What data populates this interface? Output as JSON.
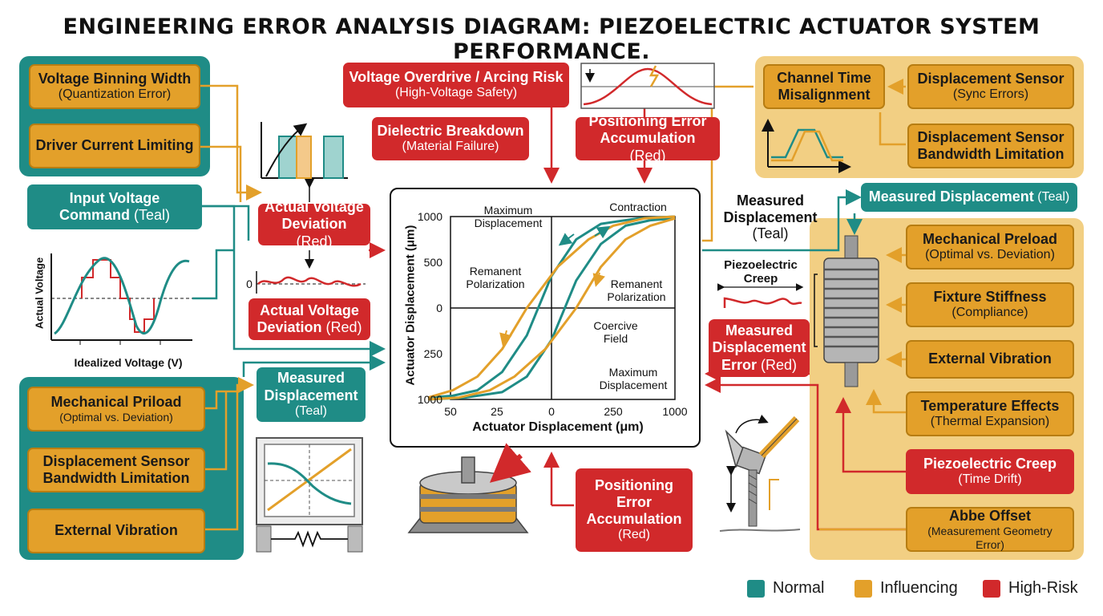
{
  "title": "ENGINEERING ERROR ANALYSIS DIAGRAM: PIEZOELECTRIC ACTUATOR SYSTEM PERFORMANCE.",
  "colors": {
    "teal": "#1f8c86",
    "gold": "#e3a02a",
    "red": "#d1292b",
    "gold_panel": "#f2cf83"
  },
  "left_top": {
    "voltage_binning": {
      "title": "Voltage Binning Width",
      "sub": "(Quantization Error)"
    },
    "driver_current": {
      "title": "Driver Current Limiting"
    }
  },
  "input_voltage": {
    "title": "Input Voltage",
    "line2": "Command",
    "tag": "(Teal)"
  },
  "left_graph": {
    "ylabel": "Actual Voltage",
    "xlabel": "Idealized Voltage (V)"
  },
  "left_bottom": {
    "mech_preload": {
      "title": "Mechanical Priload",
      "sub": "(Optimal vs. Deviation)"
    },
    "sensor_bw": {
      "title": "Displacement Sensor",
      "line2": "Bandwidth Limitation"
    },
    "ext_vib": {
      "title": "External Vibration"
    }
  },
  "center_left": {
    "avd1": {
      "title": "Actual Voltage",
      "line2": "Deviation",
      "tag": "(Red)"
    },
    "avd2": {
      "title": "Actual Voltage",
      "line2": "Deviation",
      "tag": "(Red)"
    },
    "meas_disp": {
      "title": "Measured",
      "line2": "Displacement",
      "tag": "(Teal)"
    },
    "avd_axis_zero": "0"
  },
  "top_center": {
    "overdrive": {
      "title": "Voltage Overdrive / Arcing Risk",
      "sub": "(High-Voltage Safety)"
    },
    "dielectric": {
      "title": "Dielectric Breakdown",
      "sub": "(Material Failure)"
    },
    "pos_err_top": {
      "title": "Positioning Error",
      "line2": "Accumulation",
      "tag": "(Red)"
    }
  },
  "bottom_center": {
    "pos_err_bot": {
      "title": "Positioning",
      "line2": "Error",
      "line3": "Accumulation",
      "tag": "(Red)"
    }
  },
  "chart_data": {
    "type": "line",
    "title": "",
    "xlabel": "Actuator Displacement (μm)",
    "ylabel": "Actuator Displacement (μm)",
    "x_ticks": [
      "50",
      "25",
      "0",
      "250",
      "1000"
    ],
    "y_ticks": [
      "1000",
      "500",
      "0",
      "250",
      "1000"
    ],
    "annotations": {
      "max_disp_top": {
        "line1": "Maximum",
        "line2": "Displacement"
      },
      "contraction": "Contraction",
      "remanent_left": {
        "line1": "Remanent",
        "line2": "Polarization"
      },
      "remanent_right": {
        "line1": "Remanent",
        "line2": "Polarization"
      },
      "coercive": {
        "line1": "Coercive",
        "line2": "Field"
      },
      "max_disp_bot": {
        "line1": "Maximum",
        "line2": "Displacement"
      }
    },
    "series": [
      {
        "color": "#1f8c86",
        "values": [
          -0.98,
          -0.96,
          -0.9,
          -0.7,
          -0.3,
          0.35,
          0.75,
          0.92,
          0.98,
          1.0
        ],
        "x": [
          -1,
          -0.8,
          -0.6,
          -0.4,
          -0.2,
          0.0,
          0.2,
          0.4,
          0.7,
          1.0
        ]
      },
      {
        "color": "#e3a02a",
        "values": [
          -0.98,
          -0.9,
          -0.75,
          -0.45,
          0.0,
          0.45,
          0.75,
          0.9,
          0.98,
          1.0
        ],
        "x": [
          -1,
          -0.8,
          -0.6,
          -0.4,
          -0.2,
          0.05,
          0.3,
          0.5,
          0.75,
          1.0
        ]
      }
    ]
  },
  "right_top": {
    "channel_time": {
      "title": "Channel Time",
      "line2": "Misalignment"
    },
    "disp_sensor": {
      "title": "Displacement Sensor",
      "sub": "(Sync Errors)"
    },
    "sensor_bw": {
      "title": "Displacement Sensor",
      "line2": "Bandwidth Limitation"
    }
  },
  "measured_disp_label": {
    "line1": "Measured",
    "line2": "Displacement",
    "tag": "(Teal)"
  },
  "measured_disp_teal": {
    "title": "Measured Displacement",
    "tag": "(Teal)"
  },
  "creep_label": {
    "line1": "Piezoelectric",
    "line2": "Creep"
  },
  "meas_disp_err": {
    "title": "Measured",
    "line2": "Displacement",
    "line3": "Error",
    "tag": "(Red)"
  },
  "right_bottom": {
    "mech_preload": {
      "title": "Mechanical Preload",
      "sub": "(Optimal vs. Deviation)"
    },
    "fixture": {
      "title": "Fixture Stiffness",
      "sub": "(Compliance)"
    },
    "ext_vib": {
      "title": "External Vibration"
    },
    "temp": {
      "title": "Temperature Effects",
      "sub": "(Thermal Expansion)"
    },
    "creep": {
      "title": "Piezoelectric Creep",
      "sub": "(Time Drift)"
    },
    "abbe": {
      "title": "Abbe Offset",
      "sub": "(Measurement Geometry Error)"
    }
  },
  "legend": [
    {
      "label": "Normal",
      "color": "#1f8c86"
    },
    {
      "label": "Influencing",
      "color": "#e3a02a"
    },
    {
      "label": "High-Risk",
      "color": "#d1292b"
    }
  ]
}
